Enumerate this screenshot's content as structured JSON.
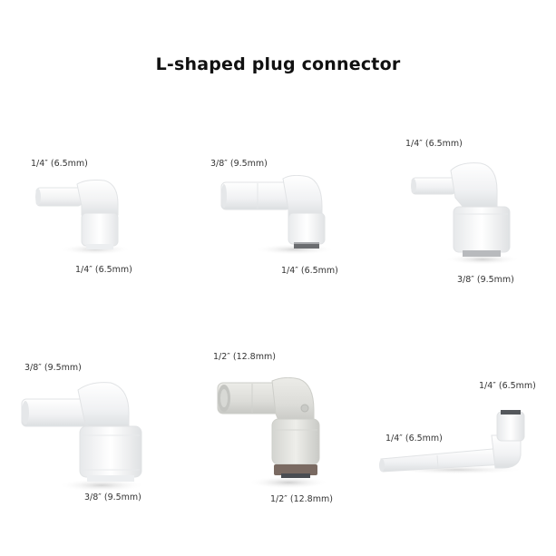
{
  "title": "L-shaped plug connector",
  "products": [
    {
      "id": 1,
      "top_label": "1/4″ (6.5mm)",
      "bottom_label": "1/4″ (6.5mm)",
      "color": "white"
    },
    {
      "id": 2,
      "top_label": "3/8″ (9.5mm)",
      "bottom_label": "1/4″ (6.5mm)",
      "color": "white"
    },
    {
      "id": 3,
      "top_label": "1/4″ (6.5mm)",
      "bottom_label": "3/8″ (9.5mm)",
      "color": "white"
    },
    {
      "id": 4,
      "top_label": "3/8″ (9.5mm)",
      "bottom_label": "3/8″ (9.5mm)",
      "color": "white"
    },
    {
      "id": 5,
      "top_label": "1/2″ (12.8mm)",
      "bottom_label": "1/2″ (12.8mm)",
      "color": "light-gray"
    },
    {
      "id": 6,
      "top_label": "1/4″  (6.5mm)",
      "bottom_label": "1/4″  (6.5mm)",
      "color": "white"
    }
  ]
}
